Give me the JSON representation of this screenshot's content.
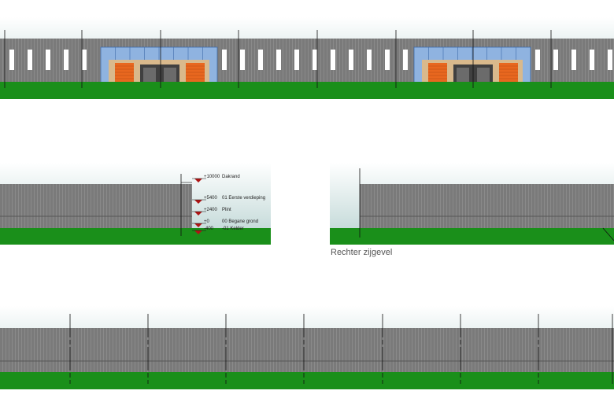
{
  "colors": {
    "sky_top": "#ffffff",
    "sky_bottom": "#b9d3d2",
    "wall": "#7a7a7a",
    "wall_rib": "#8a8a8a",
    "wall_dark": "#555555",
    "grass": "#1a8f1a",
    "glass": "#8fb3e0",
    "brick": "#d9b98c",
    "door_orange": "#e8671f",
    "dock": "#404040",
    "level_marker": "#b01515",
    "grid_line": "#111111"
  },
  "level_markers": [
    {
      "value": "+10000",
      "name": "Dakrand"
    },
    {
      "value": "+5400",
      "name": "01 Eerste verdieping"
    },
    {
      "value": "+2400",
      "name": "Plint"
    },
    {
      "value": "+0",
      "name": "00 Begane grond"
    },
    {
      "value": "-400",
      "name": "-01 Kelder"
    }
  ],
  "caption_right_side": "Rechter zijgevel",
  "icons": {
    "level_marker": "down-triangle-icon"
  }
}
